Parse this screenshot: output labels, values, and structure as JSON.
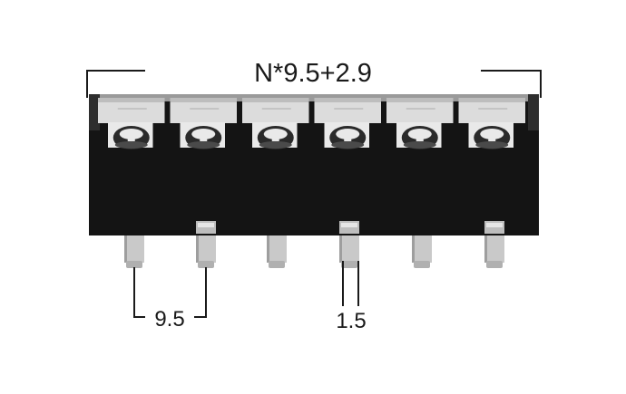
{
  "dimensions": {
    "overall_width": "N*9.5+2.9",
    "pitch": "9.5",
    "pin_width": "1.5"
  },
  "terminal_block": {
    "positions": 6,
    "body_color": "#141414",
    "cover_color": "#dcdcdc",
    "screw_color": "#2a2a2a",
    "pin_color": "#c9c9c9"
  }
}
